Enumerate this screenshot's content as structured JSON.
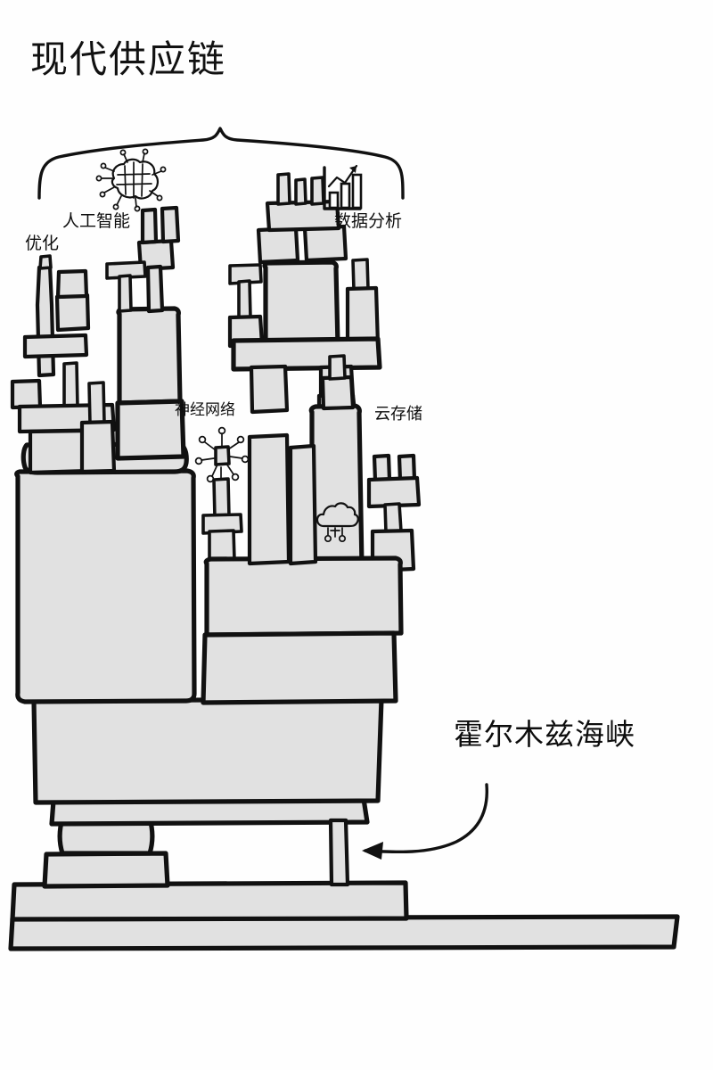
{
  "page": {
    "title": "现代供应链",
    "background_color": "#fefefe",
    "ink_color": "#111111",
    "block_fill_color": "#e1e1e1",
    "style": "hand-drawn sketch"
  },
  "annotations": {
    "ai": {
      "label": "人工智能",
      "icon": "brain-circuit-icon"
    },
    "optimization": {
      "label": "优化"
    },
    "data_analysis": {
      "label": "数据分析",
      "icon": "bar-chart-trend-icon"
    },
    "neural_network": {
      "label": "神经网络",
      "icon": "node-graph-icon"
    },
    "cloud_storage": {
      "label": "云存储",
      "icon": "cloud-download-icon"
    },
    "hormuz": {
      "label": "霍尔木兹海峡",
      "icon": "curved-arrow-icon"
    }
  },
  "brace": {
    "name": "top-curly-brace",
    "spans": "entire tower top"
  },
  "structure": {
    "description": "precarious stack of blocks forming a top-heavy tower resting on one thin leg",
    "sections": [
      "upper spires and antennae",
      "mid platform slabs",
      "large body blocks",
      "narrow base supports",
      "ground slabs"
    ]
  }
}
